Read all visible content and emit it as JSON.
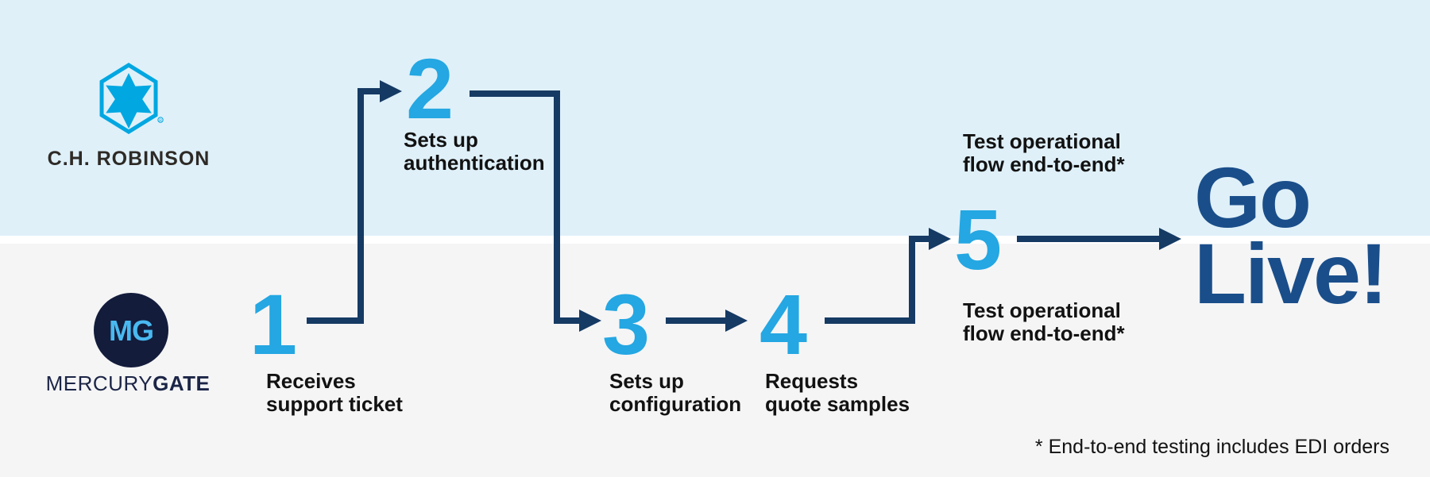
{
  "companies": {
    "chrobinson": {
      "wordmark": "C.H. ROBINSON"
    },
    "mercurygate": {
      "wordmark_regular": "MERCURY",
      "wordmark_bold": "GATE",
      "monogram": "MG"
    }
  },
  "steps": [
    {
      "number": "1",
      "label": [
        "Receives",
        "support ticket"
      ]
    },
    {
      "number": "2",
      "label": [
        "Sets up",
        "authentication"
      ]
    },
    {
      "number": "3",
      "label": [
        "Sets up",
        "configuration"
      ]
    },
    {
      "number": "4",
      "label": [
        "Requests",
        "quote samples"
      ]
    },
    {
      "number": "5",
      "label_top": [
        "Test operational",
        "flow end-to-end*"
      ],
      "label_bottom": [
        "Test operational",
        "flow end-to-end*"
      ]
    }
  ],
  "finale": {
    "line1": "Go",
    "line2": "Live!"
  },
  "footnote": "* End-to-end testing includes EDI orders",
  "colors": {
    "top_lane_bg": "#DFF0F9",
    "bottom_lane_bg": "#F5F5F6",
    "divider": "#FFFFFF",
    "step_number_blue": "#24A7E2",
    "arrow_navy": "#153A63",
    "go_live_blue": "#1A4E8A",
    "label_text": "#121212",
    "chr_logo_blue": "#00A7E1",
    "chr_text": "#2E2A26",
    "mg_circle_navy": "#131C3B",
    "mg_monogram_blue": "#49B9F0",
    "mg_text_navy": "#1C2546"
  }
}
